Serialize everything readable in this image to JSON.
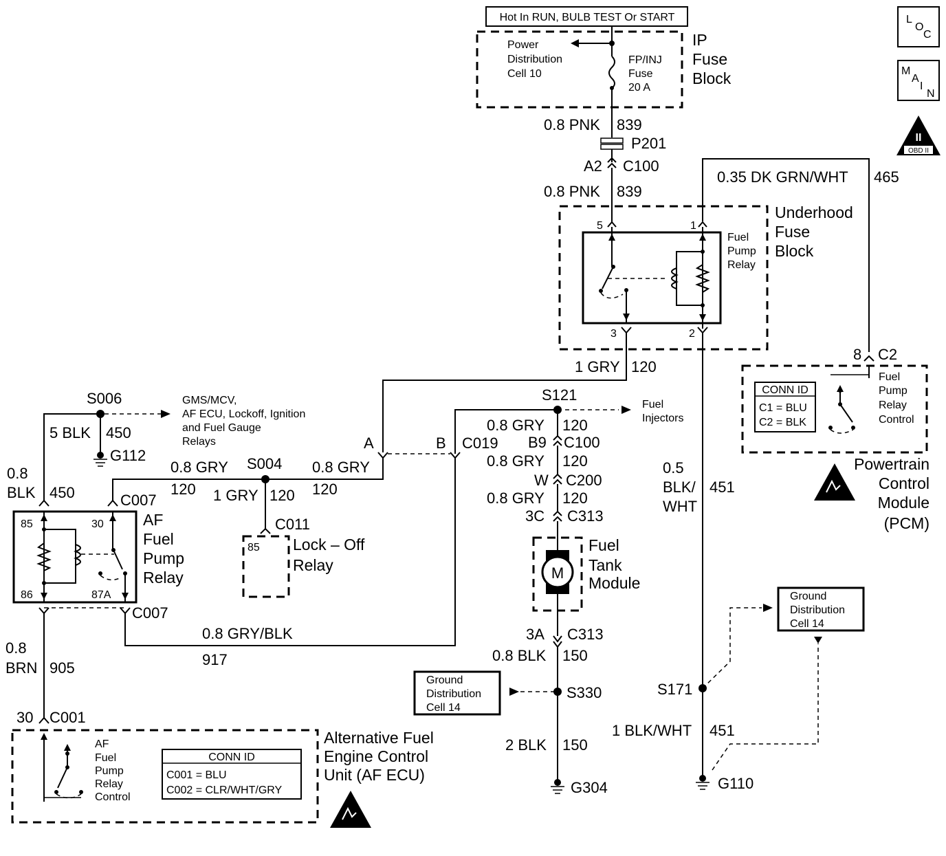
{
  "header": {
    "hot_in": "Hot In RUN, BULB TEST Or START",
    "loc": [
      "L",
      "O",
      "C"
    ],
    "main": [
      "M",
      "A",
      "I",
      "N"
    ],
    "obd_numeral": "II",
    "obd_text": "OBD II"
  },
  "ip_fuse_block": {
    "title": [
      "IP",
      "Fuse",
      "Block"
    ],
    "power_dist": [
      "Power",
      "Distribution",
      "Cell 10"
    ],
    "fuse": [
      "FP/INJ",
      "Fuse",
      "20 A"
    ]
  },
  "wires": {
    "w839_top": "0.8 PNK",
    "w839_top_num": "839",
    "p201": "P201",
    "a2": "A2",
    "c100_top": "C100",
    "w839_mid": "0.8 PNK",
    "w839_mid_num": "839",
    "dk_grn": "0.35 DK GRN/WHT",
    "dk_grn_num": "465",
    "gry120": "1 GRY",
    "gry120_num": "120",
    "s121": "S121",
    "fuel_injectors": [
      "Fuel",
      "Injectors"
    ],
    "w120_a": "0.8 GRY",
    "w120_a_num": "120",
    "b9": "B9",
    "c100_b9": "C100",
    "w120_b": "0.8 GRY",
    "w120_b_num": "120",
    "w_pin": "W",
    "c200": "C200",
    "w120_c": "0.8 GRY",
    "w120_c_num": "120",
    "c3c": "3C",
    "c313_top": "C313",
    "c3a": "3A",
    "c313_bot": "C313",
    "w150_a": "0.8 BLK",
    "w150_a_num": "150",
    "s330": "S330",
    "w150_b": "2 BLK",
    "w150_b_num": "150",
    "g304": "G304",
    "w451_gauge": [
      "0.5",
      "BLK/",
      "WHT"
    ],
    "w451_num": "451",
    "s171": "S171",
    "w451_b": "1 BLK/WHT",
    "w451_b_num": "451",
    "g110": "G110",
    "s006": "S006",
    "gms_note": [
      "GMS/MCV,",
      "AF ECU, Lockoff, Ignition",
      "and Fuel Gauge",
      "Relays"
    ],
    "blk5": "5 BLK",
    "blk5_num": "450",
    "g112": "G112",
    "blk08": [
      "0.8",
      "BLK"
    ],
    "blk08_num": "450",
    "c007_top": "C007",
    "gry_left": "0.8 GRY",
    "gry_left_num": "120",
    "s004": "S004",
    "gry_right": "0.8 GRY",
    "gry_right_num": "120",
    "gry1_mid": "1 GRY",
    "gry1_mid_num": "120",
    "c011": "C011",
    "pin_a": "A",
    "pin_b": "B",
    "c019": "C019",
    "c007_bot": "C007",
    "gry_blk": "0.8 GRY/BLK",
    "gry_blk_num": "917",
    "brn": [
      "0.8",
      "BRN"
    ],
    "brn_num": "905",
    "pin30": "30",
    "c001": "C001"
  },
  "underhood": {
    "title": [
      "Underhood",
      "Fuse",
      "Block"
    ],
    "relay": [
      "Fuel",
      "Pump",
      "Relay"
    ],
    "pin5": "5",
    "pin1": "1",
    "pin3": "3",
    "pin2": "2"
  },
  "pcm": {
    "pin8": "8",
    "c2": "C2",
    "conn_id": "CONN ID",
    "c1": "C1 = BLU",
    "c2b": "C2 = BLK",
    "relay_ctrl": [
      "Fuel",
      "Pump",
      "Relay",
      "Control"
    ],
    "title": [
      "Powertrain",
      "Control",
      "Module",
      "(PCM)"
    ]
  },
  "af_relay": {
    "title": [
      "AF",
      "Fuel",
      "Pump",
      "Relay"
    ],
    "p85": "85",
    "p86": "86",
    "p30": "30",
    "p87a": "87A"
  },
  "lockoff": {
    "p85": "85",
    "title": [
      "Lock – Off",
      "Relay"
    ]
  },
  "fuel_tank": {
    "motor": "M",
    "title": [
      "Fuel",
      "Tank",
      "Module"
    ]
  },
  "ground_dist": {
    "left": [
      "Ground",
      "Distribution",
      "Cell 14"
    ],
    "right": [
      "Ground",
      "Distribution",
      "Cell 14"
    ]
  },
  "af_ecu": {
    "relay_ctrl": [
      "AF",
      "Fuel",
      "Pump",
      "Relay",
      "Control"
    ],
    "conn_id": "CONN ID",
    "c001": "C001 = BLU",
    "c002": "C002 = CLR/WHT/GRY",
    "title": [
      "Alternative Fuel",
      "Engine Control",
      "Unit (AF ECU)"
    ]
  }
}
